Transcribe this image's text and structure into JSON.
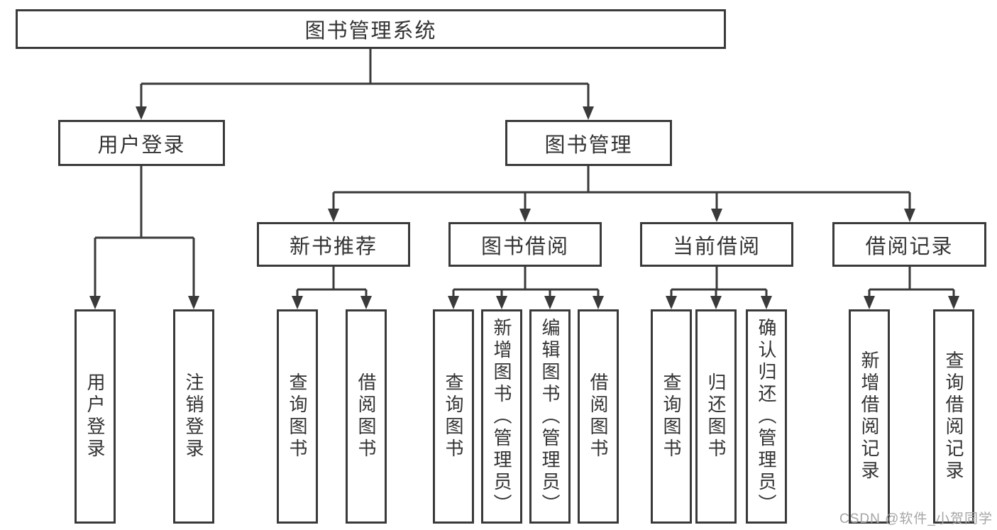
{
  "diagram": {
    "root": {
      "label": "图书管理系统"
    },
    "level2": [
      {
        "label": "用户登录"
      },
      {
        "label": "图书管理"
      }
    ],
    "level3": [
      {
        "label": "新书推荐"
      },
      {
        "label": "图书借阅"
      },
      {
        "label": "当前借阅"
      },
      {
        "label": "借阅记录"
      }
    ],
    "leaves": [
      {
        "parent": "用户登录",
        "label": "用户登录"
      },
      {
        "parent": "用户登录",
        "label": "注销登录"
      },
      {
        "parent": "新书推荐",
        "label": "查询图书"
      },
      {
        "parent": "新书推荐",
        "label": "借阅图书"
      },
      {
        "parent": "图书借阅",
        "label": "查询图书"
      },
      {
        "parent": "图书借阅",
        "label": "新增图书（管理员）"
      },
      {
        "parent": "图书借阅",
        "label": "编辑图书（管理员）"
      },
      {
        "parent": "图书借阅",
        "label": "借阅图书"
      },
      {
        "parent": "当前借阅",
        "label": "查询图书"
      },
      {
        "parent": "当前借阅",
        "label": "归还图书"
      },
      {
        "parent": "当前借阅",
        "label": "确认归还（管理员）"
      },
      {
        "parent": "借阅记录",
        "label": "新增借阅记录"
      },
      {
        "parent": "借阅记录",
        "label": "查询借阅记录"
      }
    ],
    "watermark": "CSDN @软件_小贺同学",
    "colors": {
      "line": "#3a3a3a",
      "text": "#333333",
      "watermark": "#a5a5a5",
      "background": "#ffffff"
    }
  }
}
